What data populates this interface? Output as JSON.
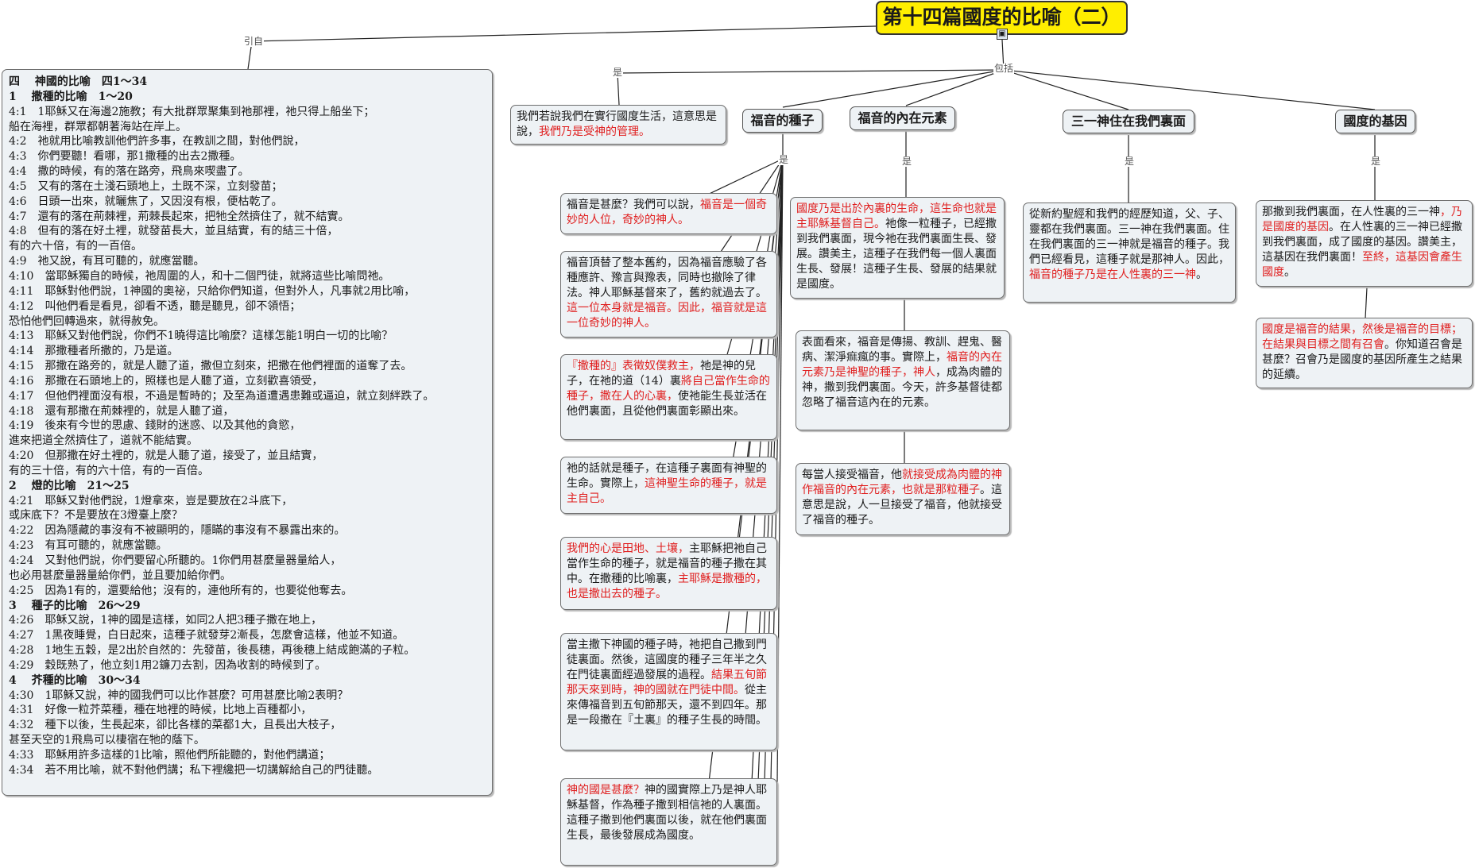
{
  "title": "第十四篇國度的比喻（二）",
  "labels": {
    "yin": "引自",
    "shi": "是",
    "baokuo": "包括"
  },
  "expander_icon": "map-node-icon",
  "scripture": [
    {
      "t": "四　 神國的比喻　四1～34",
      "b": true
    },
    {
      "t": "1　 撒種的比喻　1～20",
      "b": true
    },
    {
      "t": "4:1　1耶穌又在海邊2施教；有大批群眾聚集到祂那裡，祂只得上船坐下；"
    },
    {
      "t": "船在海裡，群眾都朝著海站在岸上。"
    },
    {
      "t": "4:2　祂就用比喻教訓他們許多事，在教訓之間，對他們說，"
    },
    {
      "t": "4:3　你們要聽！看哪，那1撒種的出去2撒種。"
    },
    {
      "t": "4:4　撒的時候，有的落在路旁，飛鳥來喫盡了。"
    },
    {
      "t": "4:5　又有的落在土淺石頭地上，土既不深，立刻發苗；"
    },
    {
      "t": "4:6　日頭一出來，就曬焦了，又因沒有根，便枯乾了。"
    },
    {
      "t": "4:7　還有的落在荊棘裡，荊棘長起來，把牠全然擠住了，就不結實。"
    },
    {
      "t": "4:8　但有的落在好土裡，就發苗長大，並且結實，有的結三十倍，"
    },
    {
      "t": "有的六十倍，有的一百倍。"
    },
    {
      "t": "4:9　祂又說，有耳可聽的，就應當聽。"
    },
    {
      "t": "4:10　當耶穌獨自的時候，祂周圍的人，和十二個門徒，就將這些比喻問祂。"
    },
    {
      "t": "4:11　耶穌對他們說，1神國的奧祕，只給你們知道，但對外人，凡事就2用比喻，"
    },
    {
      "t": "4:12　叫他們看是看見，卻看不透，聽是聽見，卻不領悟；"
    },
    {
      "t": "恐怕他們回轉過來，就得赦免。"
    },
    {
      "t": "4:13　耶穌又對他們說，你們不1曉得這比喻麼？這樣怎能1明白一切的比喻？"
    },
    {
      "t": "4:14　那撒種者所撒的，乃是道。"
    },
    {
      "t": "4:15　那撒在路旁的，就是人聽了道，撒但立刻來，把撒在他們裡面的道奪了去。"
    },
    {
      "t": "4:16　那撒在石頭地上的，照樣也是人聽了道，立刻歡喜領受，"
    },
    {
      "t": "4:17　但他們裡面沒有根，不過是暫時的；及至為道遭遇患難或逼迫，就立刻絆跌了。"
    },
    {
      "t": "4:18　還有那撒在荊棘裡的，就是人聽了道，"
    },
    {
      "t": "4:19　後來有今世的思慮、錢財的迷惑、以及其他的貪慾，"
    },
    {
      "t": "進來把道全然擠住了，道就不能結實。"
    },
    {
      "t": "4:20　但那撒在好土裡的，就是人聽了道，接受了，並且結實，"
    },
    {
      "t": "有的三十倍，有的六十倍，有的一百倍。"
    },
    {
      "t": "2　 燈的比喻　21～25",
      "b": true
    },
    {
      "t": "4:21　耶穌又對他們說，1燈拿來，豈是要放在2斗底下，"
    },
    {
      "t": "或床底下？不是要放在3燈臺上麼？"
    },
    {
      "t": "4:22　因為隱藏的事沒有不被顯明的，隱瞞的事沒有不暴露出來的。"
    },
    {
      "t": "4:23　有耳可聽的，就應當聽。"
    },
    {
      "t": "4:24　又對他們說，你們要留心所聽的。1你們用甚麼量器量給人，"
    },
    {
      "t": "也必用甚麼量器量給你們，並且要加給你們。"
    },
    {
      "t": "4:25　因為1有的，還要給他；沒有的，連他所有的，也要從他奪去。"
    },
    {
      "t": "3　 種子的比喻　26～29",
      "b": true
    },
    {
      "t": "4:26　耶穌又說，1神的國是這樣，如同2人把3種子撒在地上，"
    },
    {
      "t": "4:27　1黑夜睡覺，白日起來，這種子就發芽2漸長，怎麼會這樣，他並不知道。"
    },
    {
      "t": "4:28　1地生五穀，是2出於自然的：先發苗，後長穗，再後穗上結成飽滿的子粒。"
    },
    {
      "t": "4:29　穀既熟了，他立刻1用2鐮刀去割，因為收割的時候到了。"
    },
    {
      "t": "4　 芥種的比喻　30～34",
      "b": true
    },
    {
      "t": "4:30　1耶穌又說，神的國我們可以比作甚麼？可用甚麼比喻2表明？"
    },
    {
      "t": "4:31　好像一粒芥菜種，種在地裡的時候，比地上百種都小，"
    },
    {
      "t": "4:32　種下以後，生長起來，卻比各樣的菜都1大，且長出大枝子，"
    },
    {
      "t": "甚至天空的1飛鳥可以棲宿在牠的蔭下。"
    },
    {
      "t": "4:33　耶穌用許多這樣的1比喻，照他們所能聽的，對他們講道；"
    },
    {
      "t": "4:34　若不用比喻，就不對他們講；私下裡纔把一切講解給自己的門徒聽。"
    }
  ],
  "intro_note": [
    {
      "t": "我們若說我們在實行國度生活，這意思是說，"
    },
    {
      "t": "我們乃是受神的管理。",
      "r": true
    }
  ],
  "headers": {
    "seed": "福音的種子",
    "inner": "福音的內在元素",
    "triune": "三一神住在我們裏面",
    "gene": "國度的基因"
  },
  "seed_notes": [
    [
      {
        "t": "福音是甚麼？我們可以說，"
      },
      {
        "t": "福音是一個奇妙的人位，奇妙的神人。",
        "r": true
      }
    ],
    [
      {
        "t": "福音頂替了整本舊約，因為福音應驗了各種應許、豫言與豫表，同時也撤除了律法。神人耶穌基督來了，舊約就過去了。"
      },
      {
        "t": "這一位本身就是福音。因此，福音就是這一位奇妙的神人。",
        "r": true
      }
    ],
    [
      {
        "t": "『撒種的』表徵奴僕救主，",
        "r": true
      },
      {
        "t": "祂是神的兒子，在祂的道（14）裏"
      },
      {
        "t": "將自己當作生命的種子，撒在人的心裏，",
        "r": true
      },
      {
        "t": "使祂能生長並活在他們裏面，且從他們裏面彰顯出來。"
      }
    ],
    [
      {
        "t": "祂的話就是種子，在這種子裏面有神聖的生命。實際上，"
      },
      {
        "t": "這神聖生命的種子，就是主自己。",
        "r": true
      }
    ],
    [
      {
        "t": "我們的心是田地、土壤，",
        "r": true
      },
      {
        "t": "主耶穌把祂自己當作生命的種子，就是福音的種子撒在其中。在撒種的比喻裏，"
      },
      {
        "t": "主耶穌是撒種的，也是撒出去的種子。",
        "r": true
      }
    ],
    [
      {
        "t": "當主撒下神國的種子時，祂把自己撒到門徒裏面。然後，這國度的種子三年半之久在門徒裏面經過發展的過程。"
      },
      {
        "t": "結果五旬節那天來到時，神的國就在門徒中間。",
        "r": true
      },
      {
        "t": "從主來傳福音到五旬節那天，還不到四年。那是一段撒在『土裏』的種子生長的時間。"
      }
    ],
    [
      {
        "t": "神的國是甚麼？",
        "r": true
      },
      {
        "t": "神的國實際上乃是神人耶穌基督，作為種子撒到相信祂的人裏面。這種子撒到他們裏面以後，就在他們裏面生長，最後發展成為國度。"
      }
    ]
  ],
  "inner_notes": [
    [
      {
        "t": "國度乃是出於內裏的生命，這生命也就是主耶穌基督自己。",
        "r": true
      },
      {
        "t": "祂像一粒種子，已經撒到我們裏面，現今祂在我們裏面生長、發展。讚美主，這種子在我們每一個人裏面生長、發展！這種子生長、發展的結果就是國度。"
      }
    ],
    [
      {
        "t": "表面看來，福音是傳揚、教訓、趕鬼、醫病、潔淨痲瘋的事。實際上，"
      },
      {
        "t": "福音的內在元素乃是神聖的種子，神人",
        "r": true
      },
      {
        "t": "，成為肉體的神，撒到我們裏面。今天，許多基督徒都忽略了福音這內在的元素。"
      }
    ],
    [
      {
        "t": "每當人接受福音，他"
      },
      {
        "t": "就接受成為肉體的神作福音的內在元素，也就是那粒種子",
        "r": true
      },
      {
        "t": "。這意思是說，人一旦接受了福音，他就接受了福音的種子。"
      }
    ]
  ],
  "triune_notes": [
    [
      {
        "t": "從新約聖經和我們的經歷知道，父、子、靈都在我們裏面。三一神在我們裏面。住在我們裏面的三一神就是福音的種子。我們已經看見，這種子就是那神人。因此，"
      },
      {
        "t": "福音的種子乃是在人性裏的三一神",
        "r": true
      },
      {
        "t": "。"
      }
    ]
  ],
  "gene_notes": [
    [
      {
        "t": "那撒到我們裏面，在人性裏的三一神"
      },
      {
        "t": "，乃是國度的基因",
        "r": true
      },
      {
        "t": "。在人性裏的三一神已經撒到我們裏面，成了國度的基因。讚美主，這基因在我們裏面！"
      },
      {
        "t": "至終，這基因會產生國度",
        "r": true
      },
      {
        "t": "。"
      }
    ],
    [
      {
        "t": "國度是福音的結果，然後是福音的目標；在結果與目標之間有召會",
        "r": true
      },
      {
        "t": "。你知道召會是甚麼？召會乃是國度的基因所產生之結果的延續。"
      }
    ]
  ],
  "colors": {
    "title_bg": "#ffee00",
    "note_bg": "#eef2f5",
    "highlight": "#e02020",
    "line": "#222222"
  }
}
